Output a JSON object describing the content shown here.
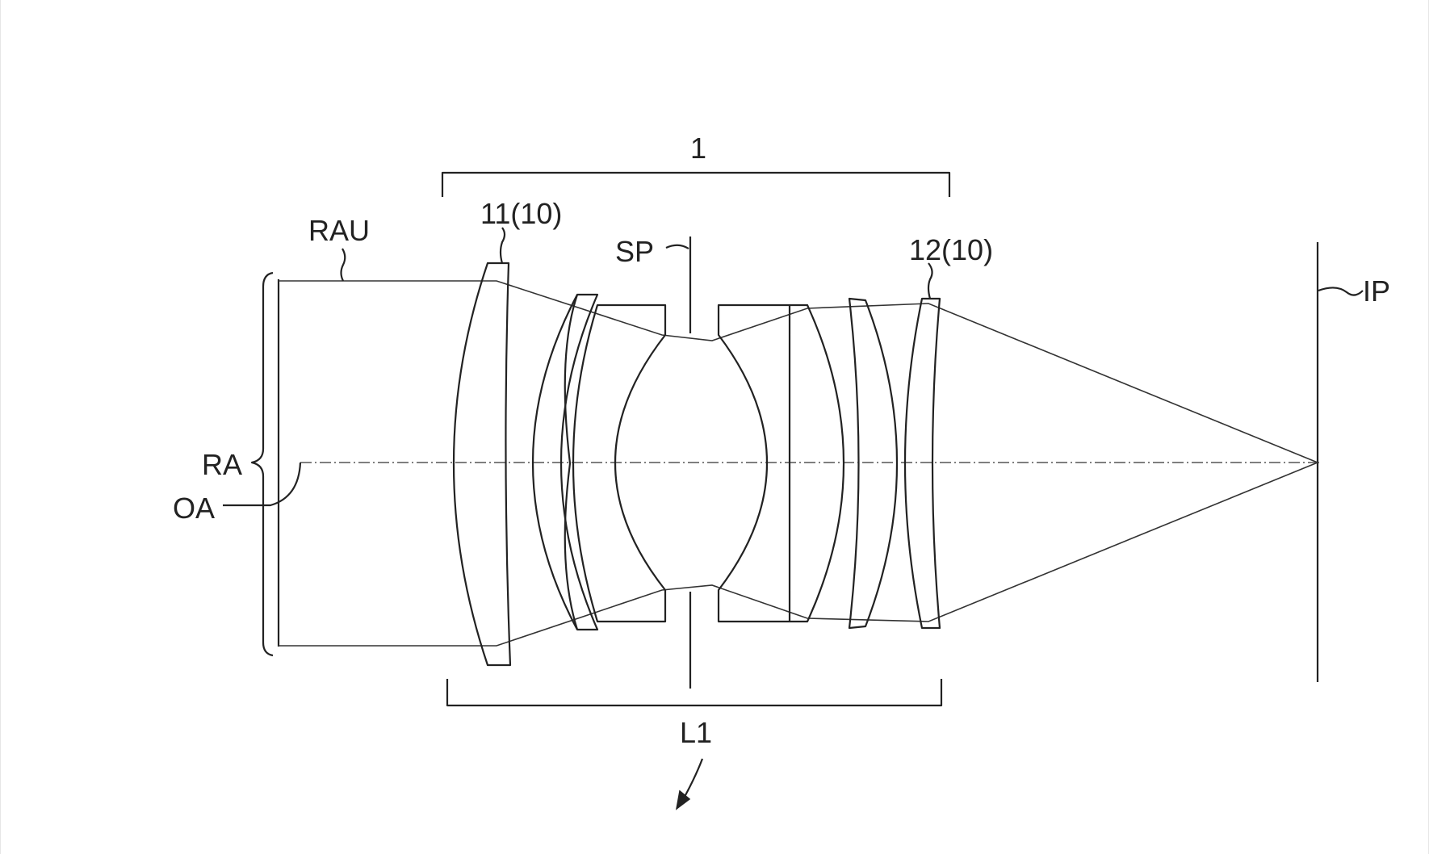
{
  "labels": {
    "system": "1",
    "lens_11": "11(10)",
    "lens_12": "12(10)",
    "stop": "SP",
    "image_plane": "IP",
    "ray_upper": "RAU",
    "ray_bundle": "RA",
    "optical_axis": "OA",
    "lens_group": "L1"
  },
  "colors": {
    "ink": "#222222",
    "background": "#ffffff"
  }
}
